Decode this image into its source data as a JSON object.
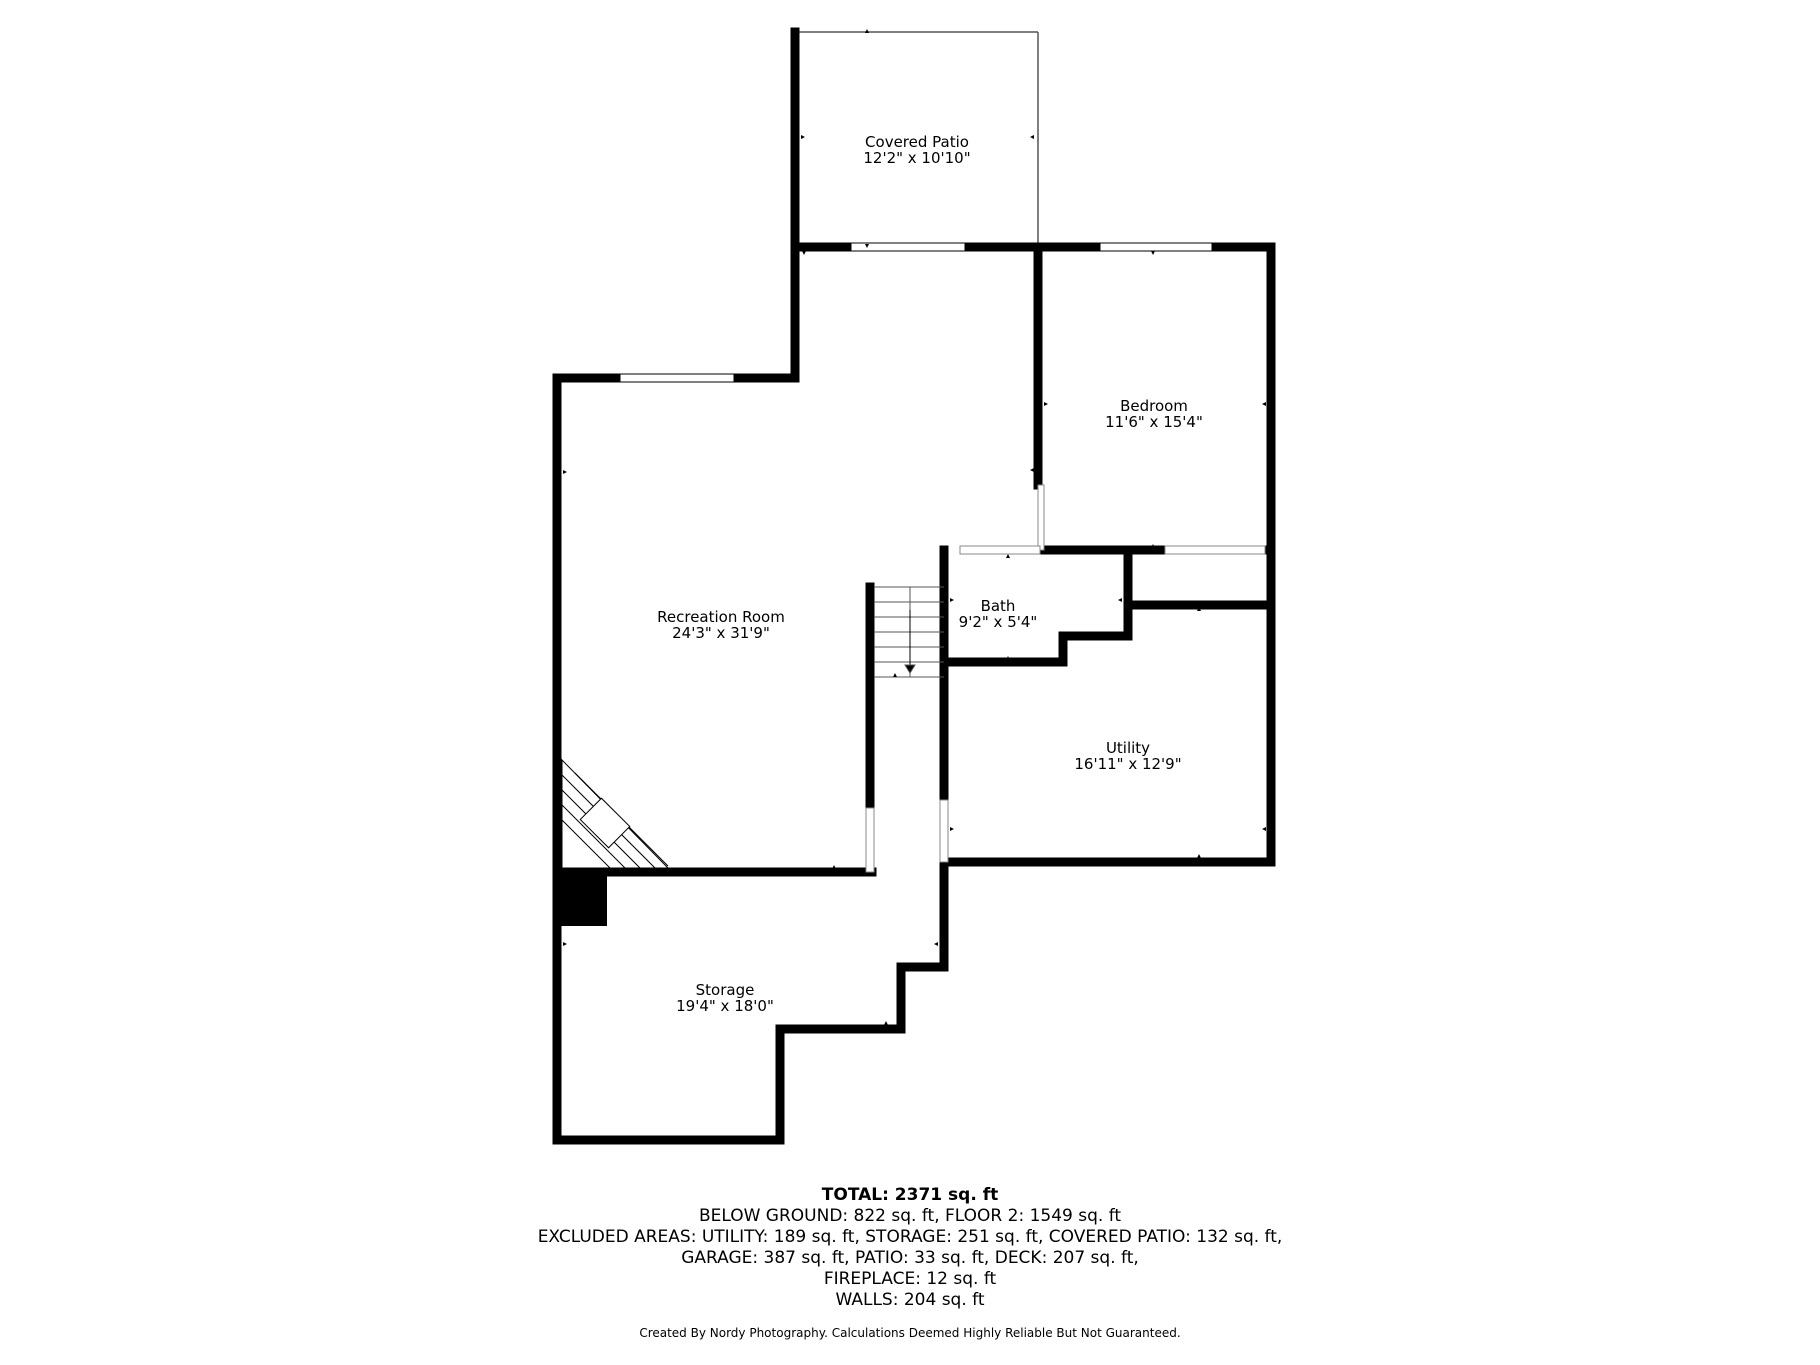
{
  "rooms": {
    "covered_patio": {
      "name": "Covered Patio",
      "dims": "12'2\" x 10'10\""
    },
    "bedroom": {
      "name": "Bedroom",
      "dims": "11'6\" x 15'4\""
    },
    "recreation_room": {
      "name": "Recreation Room",
      "dims": "24'3\" x 31'9\""
    },
    "bath": {
      "name": "Bath",
      "dims": "9'2\" x 5'4\""
    },
    "utility": {
      "name": "Utility",
      "dims": "16'11\" x 12'9\""
    },
    "storage": {
      "name": "Storage",
      "dims": "19'4\" x 18'0\""
    }
  },
  "summary": {
    "total": "TOTAL: 2371 sq. ft",
    "lines": [
      "BELOW GROUND: 822 sq. ft, FLOOR 2: 1549 sq. ft",
      "EXCLUDED AREAS: UTILITY: 189 sq. ft, STORAGE: 251 sq. ft, COVERED PATIO: 132 sq. ft,",
      "GARAGE: 387 sq. ft, PATIO: 33 sq. ft, DECK: 207 sq. ft,",
      "FIREPLACE: 12 sq. ft",
      "WALLS: 204 sq. ft"
    ]
  },
  "credit": "Created By Nordy Photography. Calculations Deemed Highly Reliable But Not Guaranteed.",
  "colors": {
    "wall": "#000000",
    "background": "#ffffff",
    "window": "#ffffff",
    "thin_line": "#555555"
  }
}
